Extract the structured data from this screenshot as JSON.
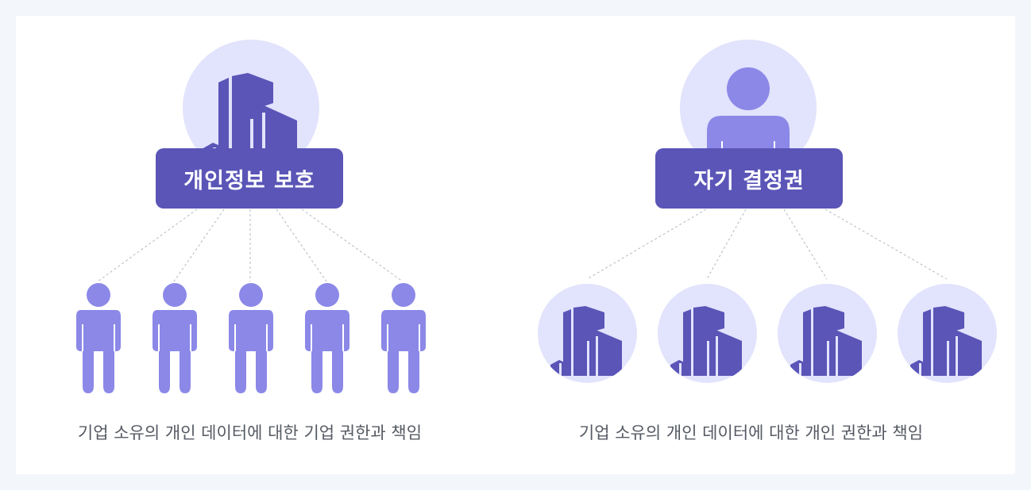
{
  "left_panel": {
    "hub_label": "개인정보 보호",
    "hub_icon": "building-icon",
    "member_icon": "person-icon",
    "member_count": 5,
    "caption": "기업 소유의 개인 데이터에 대한 기업 권한과 책임"
  },
  "right_panel": {
    "hub_label": "자기 결정권",
    "hub_icon": "person-icon",
    "member_icon": "building-icon",
    "member_count": 4,
    "caption": "기업 소유의 개인 데이터에 대한 개인 권한과 책임"
  },
  "colors": {
    "background": "#f3f6fa",
    "card": "#ffffff",
    "label_fill": "#5a55b7",
    "circle_fill": "#e2e3fc",
    "building": "#5a55b7",
    "person": "#8b88e8",
    "connector": "#b5b8c2",
    "caption_text": "#555a63"
  }
}
